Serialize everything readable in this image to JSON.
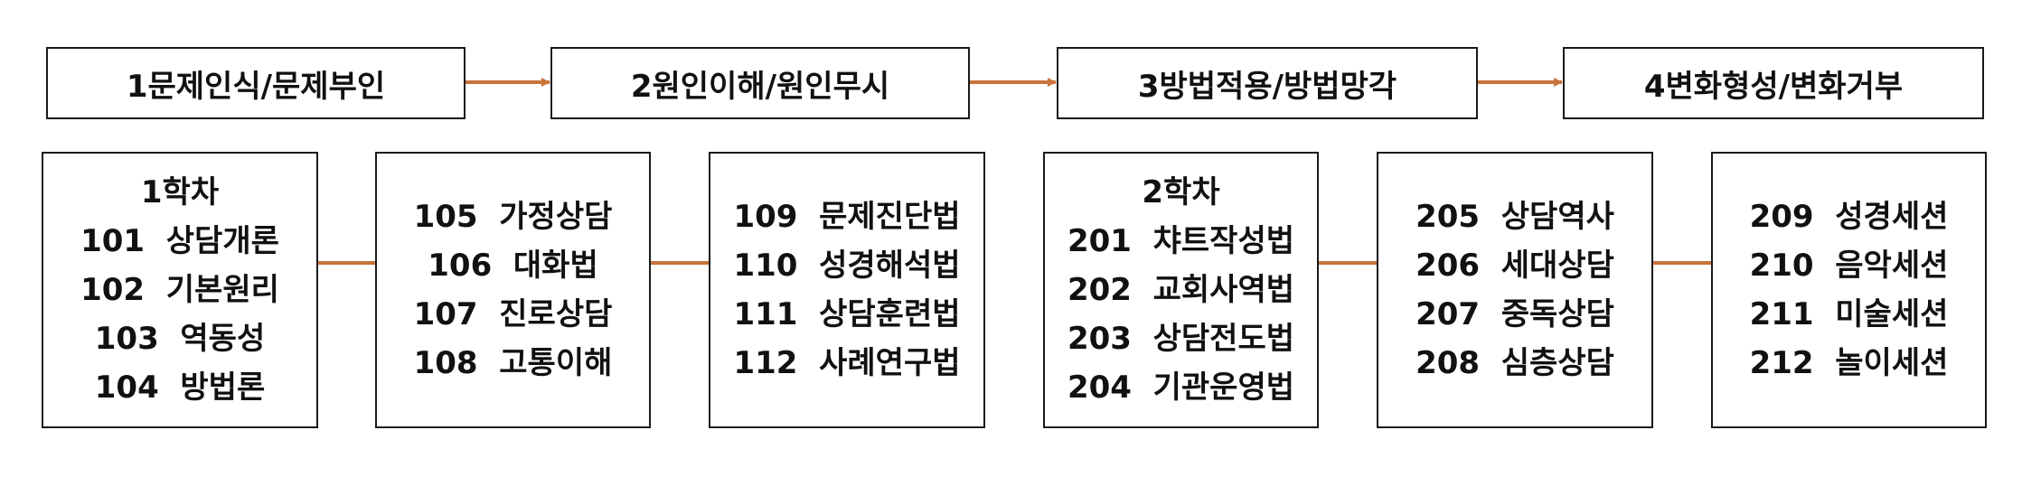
{
  "colors": {
    "connector": "#C8743A",
    "border": "#1a1a1a"
  },
  "stages": [
    {
      "label": "1문제인식/문제부인"
    },
    {
      "label": "2원인이해/원인무시"
    },
    {
      "label": "3방법적용/방법망각"
    },
    {
      "label": "4변화형성/변화거부"
    }
  ],
  "courses": [
    {
      "lines": [
        "1학차",
        "101  상담개론",
        "102  기본원리",
        "103  역동성",
        "104  방법론"
      ]
    },
    {
      "lines": [
        "105  가정상담",
        "106  대화법",
        "107  진로상담",
        "108  고통이해"
      ]
    },
    {
      "lines": [
        "109  문제진단법",
        "110  성경해석법",
        "111  상담훈련법",
        "112  사례연구법"
      ]
    },
    {
      "lines": [
        "2학차",
        "201  챠트작성법",
        "202  교회사역법",
        "203  상담전도법",
        "204  기관운영법"
      ]
    },
    {
      "lines": [
        "205  상담역사",
        "206  세대상담",
        "207  중독상담",
        "208  심층상담"
      ]
    },
    {
      "lines": [
        "209  성경세션",
        "210  음악세션",
        "211  미술세션",
        "212  놀이세션"
      ]
    }
  ]
}
